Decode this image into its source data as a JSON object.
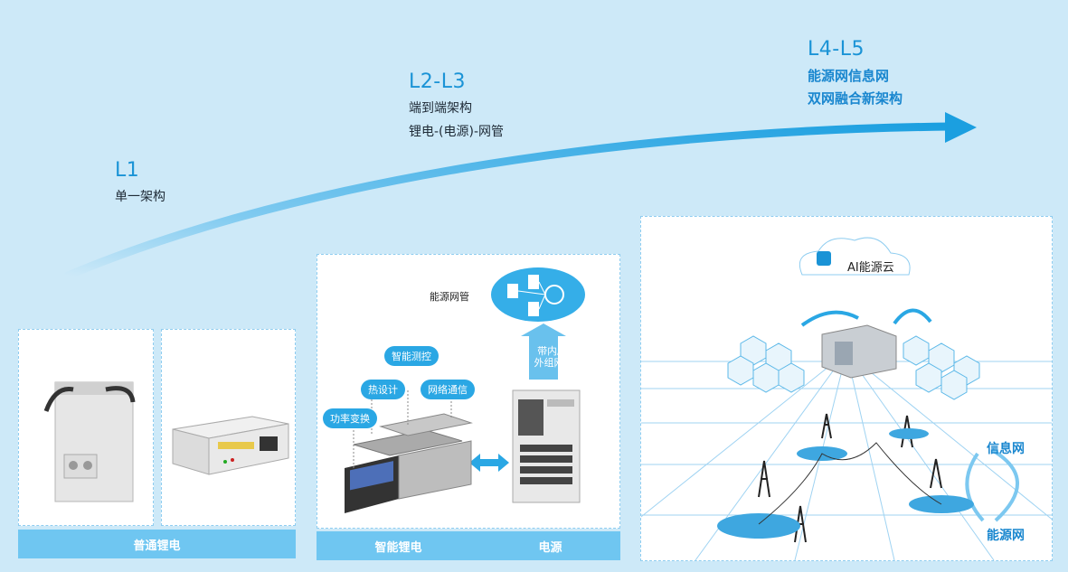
{
  "levels": {
    "l1": {
      "title": "L1",
      "lines": [
        "单一架构"
      ]
    },
    "l2": {
      "title": "L2-L3",
      "lines": [
        "端到端架构",
        "锂电-(电源)-网管"
      ]
    },
    "l4": {
      "title": "L4-L5",
      "lines": [
        "能源网信息网",
        "双网融合新架构"
      ]
    }
  },
  "panels": {
    "basic": {
      "label": "普通锂电"
    },
    "smart": {
      "label_left": "智能锂电",
      "label_right": "电源",
      "netmgmt": "能源网管",
      "inout": "带内/外组网",
      "features": [
        "智能测控",
        "热设计",
        "网络通信",
        "功率变换"
      ]
    },
    "cloud": {
      "cloud_label": "AI能源云",
      "info_net": "信息网",
      "energy_net": "能源网"
    }
  },
  "colors": {
    "accent": "#1a93d6",
    "footer": "#6fc6f1",
    "background": "#cde9f8"
  }
}
